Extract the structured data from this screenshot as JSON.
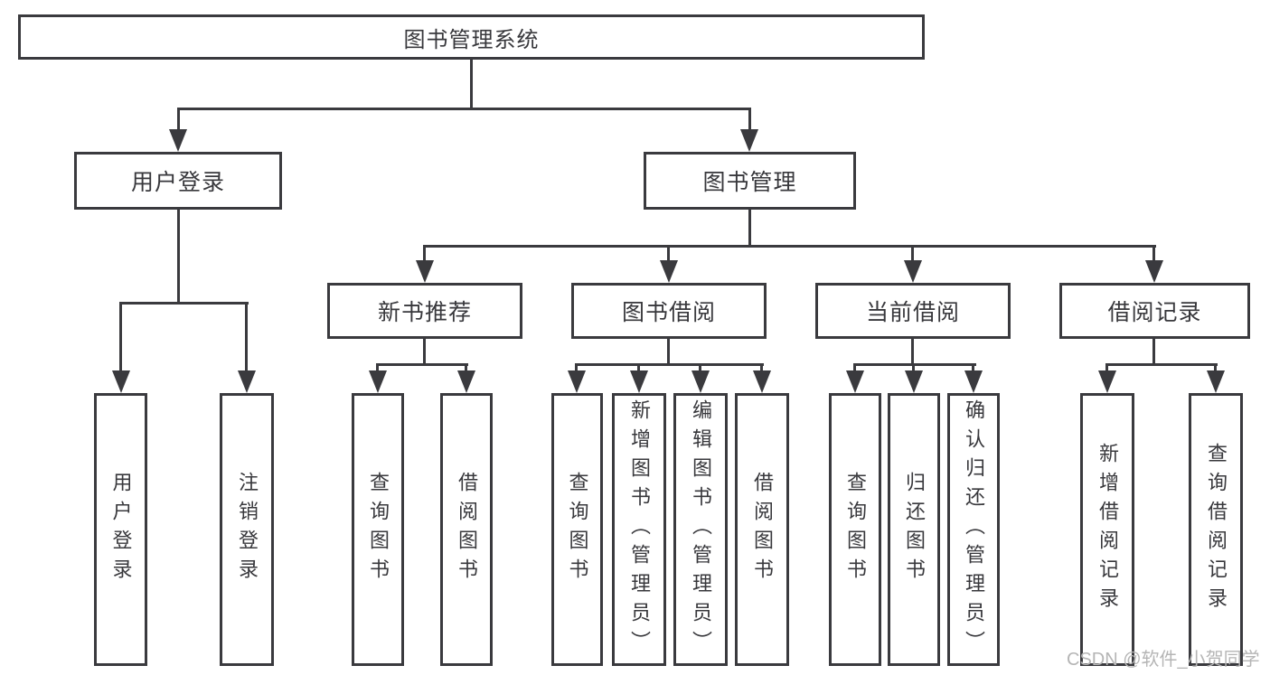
{
  "diagram": {
    "root": "图书管理系统",
    "level2": [
      {
        "label": "用户登录",
        "children": [
          "用户登录",
          "注销登录"
        ]
      },
      {
        "label": "图书管理"
      }
    ],
    "level3": [
      {
        "label": "新书推荐",
        "children": [
          "查询图书",
          "借阅图书"
        ]
      },
      {
        "label": "图书借阅",
        "children": [
          "查询图书",
          "新增图书（管理员）",
          "编辑图书（管理员）",
          "借阅图书"
        ]
      },
      {
        "label": "当前借阅",
        "children": [
          "查询图书",
          "归还图书",
          "确认归还（管理员）"
        ]
      },
      {
        "label": "借阅记录",
        "children": [
          "新增借阅记录",
          "查询借阅记录"
        ]
      }
    ]
  },
  "watermark": "CSDN @软件_小贺同学"
}
